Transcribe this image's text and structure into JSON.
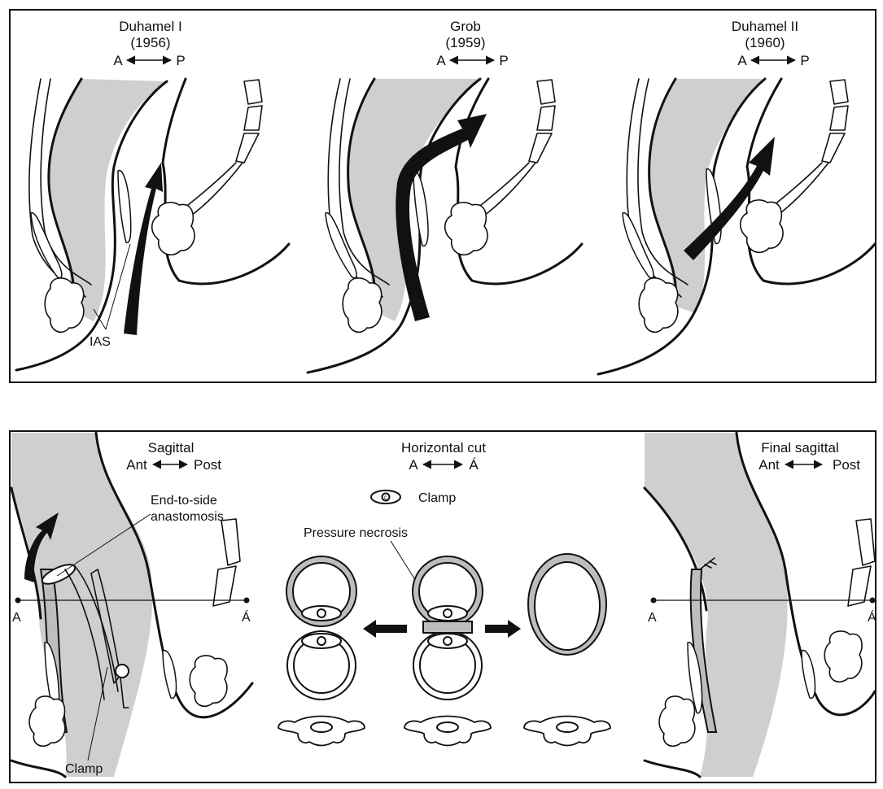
{
  "top_panel": {
    "col1": {
      "title": "Duhamel I",
      "year": "(1956)",
      "a": "A",
      "p": "P",
      "ias": "IAS"
    },
    "col2": {
      "title": "Grob",
      "year": "(1959)",
      "a": "A",
      "p": "P"
    },
    "col3": {
      "title": "Duhamel II",
      "year": "(1960)",
      "a": "A",
      "p": "P"
    }
  },
  "bottom_panel": {
    "left": {
      "title": "Sagittal",
      "ant": "Ant",
      "post": "Post",
      "end_to_side_1": "End-to-side",
      "end_to_side_2": "anastomosis",
      "clamp": "Clamp",
      "a": "A",
      "a_prime": "Á"
    },
    "middle": {
      "title": "Horizontal cut",
      "a": "A",
      "a_prime": "Á",
      "clamp_legend": "Clamp",
      "pressure": "Pressure necrosis",
      "clamp_symbol": "C"
    },
    "right": {
      "title": "Final sagittal",
      "ant": "Ant",
      "post": "Post",
      "a": "A",
      "a_prime": "Á"
    }
  },
  "colors": {
    "ink": "#111111",
    "shade": "#cfcfcf"
  }
}
